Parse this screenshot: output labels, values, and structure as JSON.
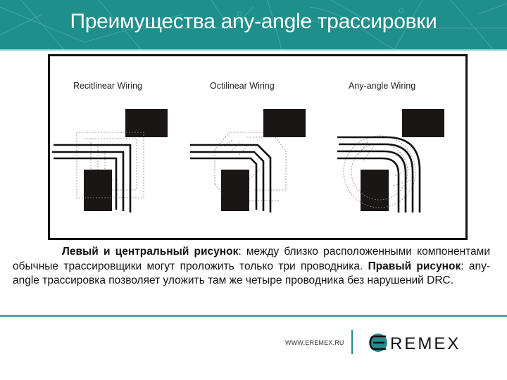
{
  "header": {
    "title": "Преимущества any-angle трассировки",
    "background_color": "#1f8f8c"
  },
  "figure": {
    "panels": [
      {
        "label": "Recitlinear Wiring",
        "wire_count": 3,
        "style": "rectilinear"
      },
      {
        "label": "Octilinear Wiring",
        "wire_count": 3,
        "style": "octilinear"
      },
      {
        "label": "Any-angle Wiring",
        "wire_count": 4,
        "style": "any-angle"
      }
    ]
  },
  "caption": {
    "part1_bold": "Левый и центральный рисунок",
    "part1_text": ": между близко расположенными компонентами обычные трассировщики могут проложить только три проводника.",
    "part2_bold": "Правый рисунок",
    "part2_text": ": any-angle трассировка позволяет уложить там же четыре проводника без нарушений DRC."
  },
  "footer": {
    "url": "WWW.EREMEX.RU",
    "logo_text": "EREMEX",
    "accent_color": "#2a8a8a"
  }
}
